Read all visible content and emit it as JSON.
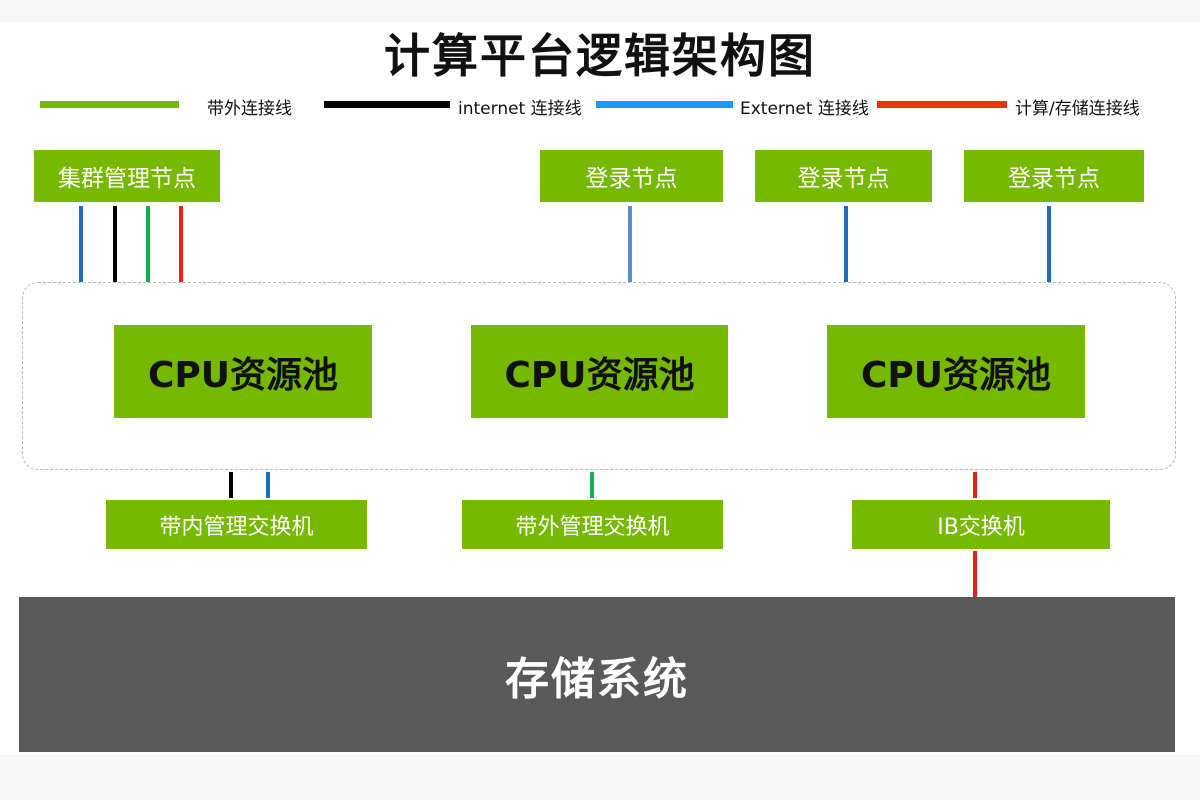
{
  "title": "计算平台逻辑架构图",
  "legend": [
    {
      "label": "带外连接线",
      "color": "#76b900"
    },
    {
      "label": "internet 连接线",
      "color": "#000000"
    },
    {
      "label": "Externet 连接线",
      "color": "#1a9bf0"
    },
    {
      "label": "计算/存储连接线",
      "color": "#f03010"
    }
  ],
  "nodes": {
    "cluster_mgmt": "集群管理节点",
    "login": [
      "登录节点",
      "登录节点",
      "登录节点"
    ]
  },
  "pools": [
    "CPU资源池",
    "CPU资源池",
    "CPU资源池"
  ],
  "switches": {
    "inband": "带内管理交换机",
    "outband": "带外管理交换机",
    "ib": "IB交换机"
  },
  "storage": "存储系统",
  "colors": {
    "node_green": "#76b900",
    "storage_gray": "#595959",
    "line_blue": "#1a6fc4",
    "line_light_blue": "#5a8fd8",
    "line_black": "#000000",
    "line_green": "#10b050",
    "line_red": "#f02010"
  }
}
